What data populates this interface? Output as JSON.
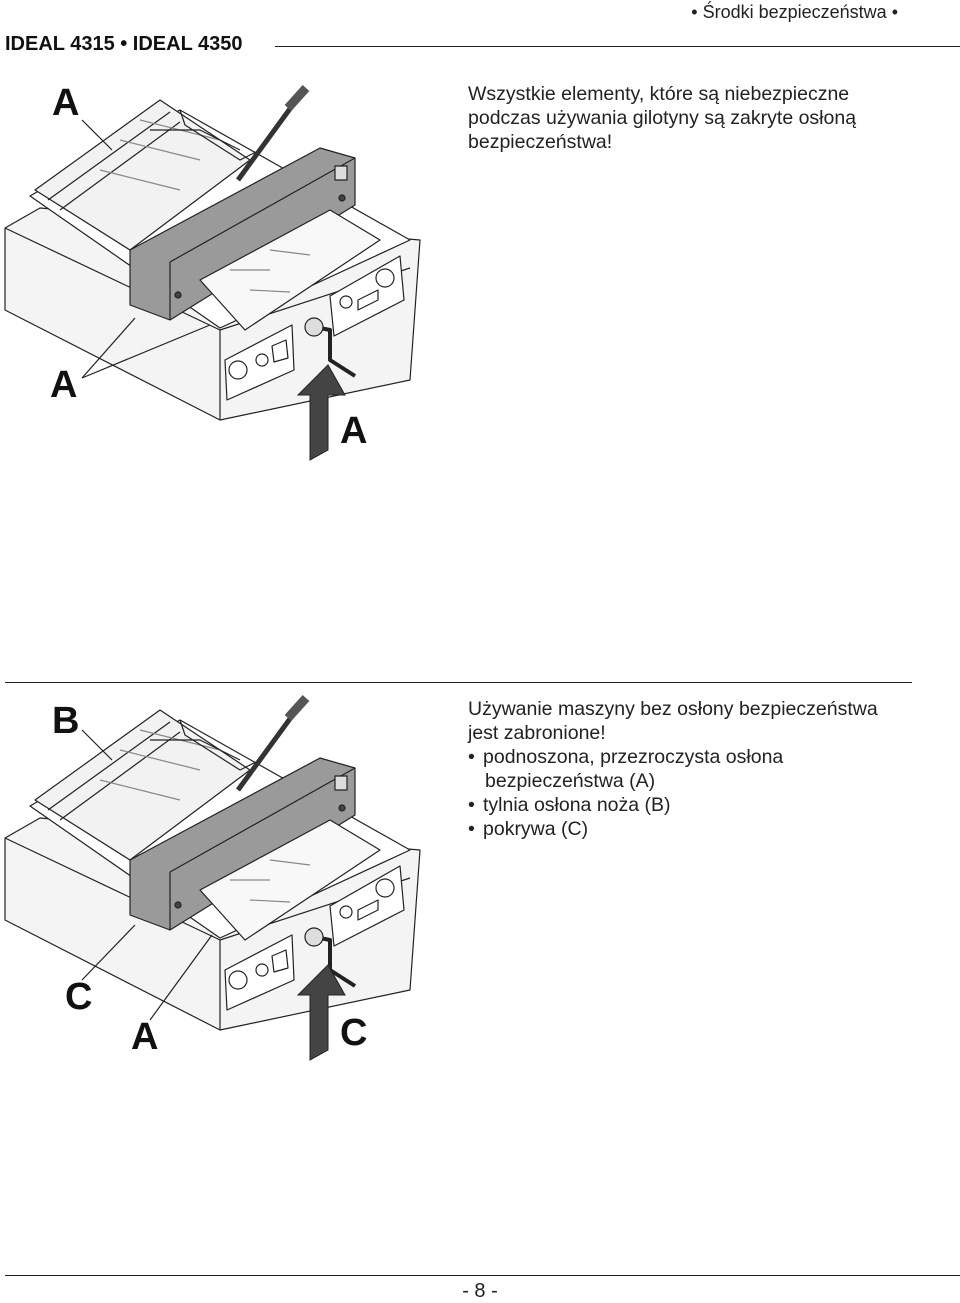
{
  "header": {
    "section_tag": "• Środki bezpieczeństwa •",
    "model_title": "IDEAL 4315 • IDEAL 4350"
  },
  "block1": {
    "text_lines": [
      "Wszystkie elementy, które są niebezpieczne",
      "podczas używania gilotyny są zakryte osłoną",
      "bezpieczeństwa!"
    ],
    "labels": [
      "A",
      "A",
      "A"
    ]
  },
  "block2": {
    "heading_lines": [
      "Używanie maszyny bez osłony bezpieczeństwa",
      "jest zabronione!"
    ],
    "bullets": [
      {
        "lines": [
          "podnoszona, przezroczysta osłona",
          "bezpieczeństwa (A)"
        ]
      },
      {
        "lines": [
          "tylnia osłona noża (B)"
        ]
      },
      {
        "lines": [
          "pokrywa (C)"
        ]
      }
    ],
    "labels": [
      "B",
      "C",
      "A",
      "C"
    ]
  },
  "footer": {
    "page_number": "- 8 -"
  }
}
